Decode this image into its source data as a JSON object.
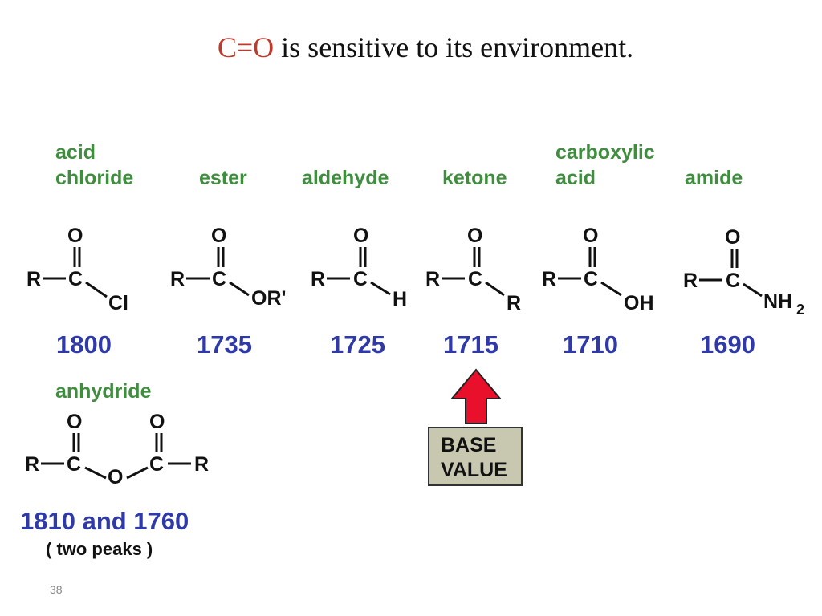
{
  "title": {
    "highlight": "C=O",
    "rest": " is sensitive to its environment."
  },
  "groups": [
    {
      "label_line1": "acid",
      "label_line2": "chloride",
      "frequency": "1800"
    },
    {
      "label_line1": "",
      "label_line2": "ester",
      "frequency": "1735"
    },
    {
      "label_line1": "",
      "label_line2": "aldehyde",
      "frequency": "1725"
    },
    {
      "label_line1": "",
      "label_line2": "ketone",
      "frequency": "1715"
    },
    {
      "label_line1": "carboxylic",
      "label_line2": "acid",
      "frequency": "1710"
    },
    {
      "label_line1": "",
      "label_line2": "amide",
      "frequency": "1690"
    }
  ],
  "anhydride": {
    "label": "anhydride",
    "frequency": "1810 and 1760",
    "note": "( two peaks )"
  },
  "base": {
    "line1": "BASE",
    "line2": "VALUE",
    "arrow_color": "#e8102a"
  },
  "atoms": {
    "O": "O",
    "C": "C",
    "R": "R",
    "Cl": "Cl",
    "OR": "OR'",
    "H": "H",
    "OH": "OH",
    "NH": "NH",
    "sub2": "2"
  },
  "page_number": "38",
  "colors": {
    "label_green": "#3e8e3e",
    "frequency_blue": "#2f3aa8",
    "title_red": "#c0392b"
  }
}
